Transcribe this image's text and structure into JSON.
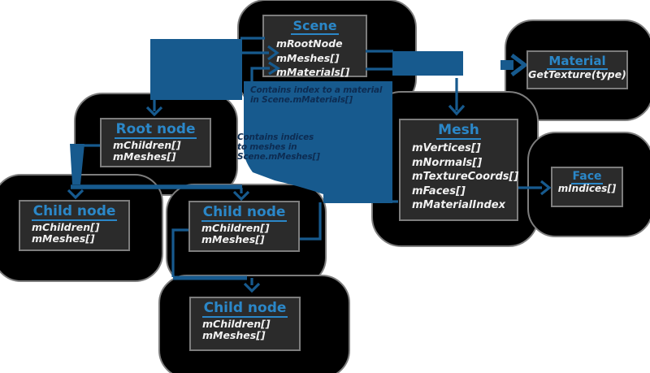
{
  "diagram": {
    "boxes": {
      "scene": {
        "title": "Scene",
        "members": [
          "mRootNode",
          "mMeshes[]",
          "mMaterials[]"
        ]
      },
      "material": {
        "title": "Material",
        "members": [
          "GetTexture(type)"
        ]
      },
      "mesh": {
        "title": "Mesh",
        "members": [
          "mVertices[]",
          "mNormals[]",
          "mTextureCoords[]",
          "mFaces[]",
          "mMaterialIndex"
        ]
      },
      "face": {
        "title": "Face",
        "members": [
          "mIndices[]"
        ]
      },
      "root": {
        "title": "Root node",
        "members": [
          "mChildren[]",
          "mMeshes[]"
        ]
      },
      "child1": {
        "title": "Child node",
        "members": [
          "mChildren[]",
          "mMeshes[]"
        ]
      },
      "child2": {
        "title": "Child node",
        "members": [
          "mChildren[]",
          "mMeshes[]"
        ]
      },
      "child3": {
        "title": "Child node",
        "members": [
          "mChildren[]",
          "mMeshes[]"
        ]
      }
    },
    "annotations": {
      "material_note": [
        "Contains index to a material",
        "in Scene.mMaterials[]"
      ],
      "mesh_note": [
        "Contains indices",
        "to meshes in",
        "Scene.mMeshes[]"
      ]
    },
    "colors": {
      "canvas_background": "#ffffff",
      "blob_black": "#000000",
      "blob_border": "#7d7d7d",
      "box_background": "#2b2b2b",
      "box_border": "#7d7d7d",
      "title_blue": "#2b87c8",
      "member_text": "#f1f1f1",
      "connector_blue": "#175a8e",
      "note_navy": "#0d2c52"
    }
  }
}
